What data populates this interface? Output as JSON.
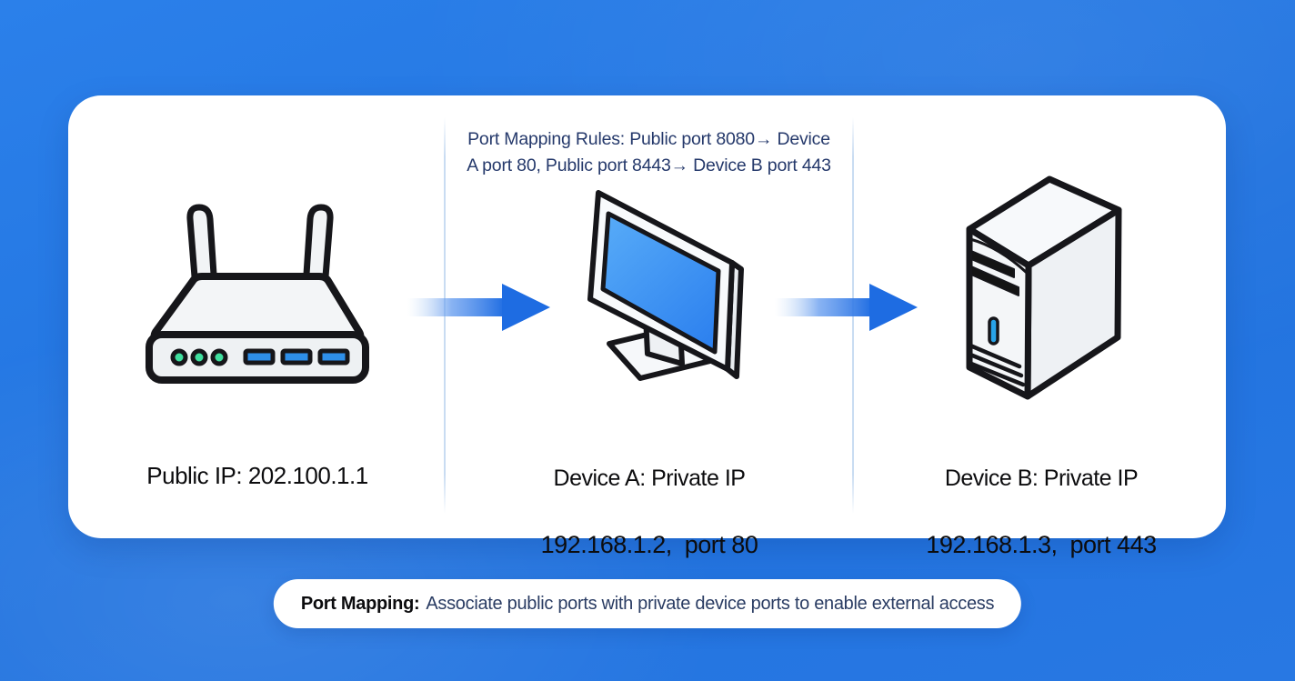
{
  "panel": {
    "rules": {
      "line1": "Port Mapping Rules: Public port 8080→ Device",
      "line2": "A port 80, Public port 8443→ Device B port 443"
    },
    "nodes": [
      {
        "icon": "router-icon",
        "label": "Public IP: 202.100.1.1",
        "sublabel": ""
      },
      {
        "icon": "monitor-icon",
        "label": "Device A: Private IP",
        "sublabel": "192.168.1.2,  port 80"
      },
      {
        "icon": "server-icon",
        "label": "Device B: Private IP",
        "sublabel": "192.168.1.3,  port 443"
      }
    ],
    "arrows": [
      "arrow-right-icon",
      "arrow-right-icon"
    ]
  },
  "caption": {
    "lead": "Port Mapping:",
    "text": "Associate public ports with private device ports to enable external access"
  },
  "colors": {
    "background-blue": "#2577e4",
    "arrow-blue": "#1e6ce2",
    "screen-blue": "#3b93f3",
    "divider-blue": "#c9dcf2",
    "rules-text": "#25396b",
    "caption-text": "#2a3c63",
    "label-text": "#0c0c0e",
    "led-green": "#3fdf9e",
    "port-blue": "#2e8fe9"
  }
}
